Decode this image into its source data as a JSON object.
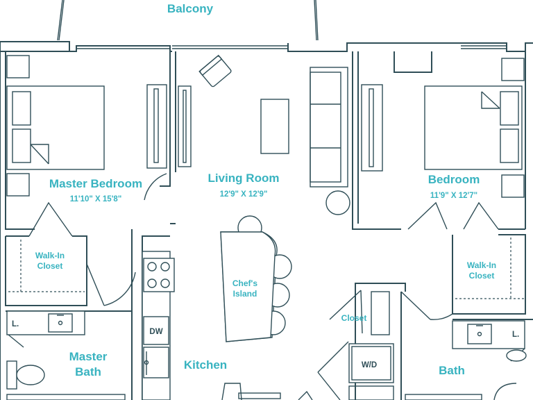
{
  "rooms": {
    "balcony": "Balcony",
    "master_bedroom": {
      "name": "Master Bedroom",
      "dims": "11'10\" X 15'8\""
    },
    "living_room": {
      "name": "Living Room",
      "dims": "12'9\" X 12'9\""
    },
    "bedroom": {
      "name": "Bedroom",
      "dims": "11'9\" X 12'7\""
    },
    "walk_in_closet_left": [
      "Walk-In",
      "Closet"
    ],
    "walk_in_closet_right": [
      "Walk-In",
      "Closet"
    ],
    "chefs_island": [
      "Chef's",
      "Island"
    ],
    "closet": "Closet",
    "master_bath": [
      "Master",
      "Bath"
    ],
    "kitchen": "Kitchen",
    "bath": "Bath"
  },
  "fixtures": {
    "dishwasher": "DW",
    "washer_dryer": "W/D",
    "linen_left": "L.",
    "linen_right": "L."
  },
  "colors": {
    "label": "#38b3c0",
    "line": "#2f4e57"
  }
}
